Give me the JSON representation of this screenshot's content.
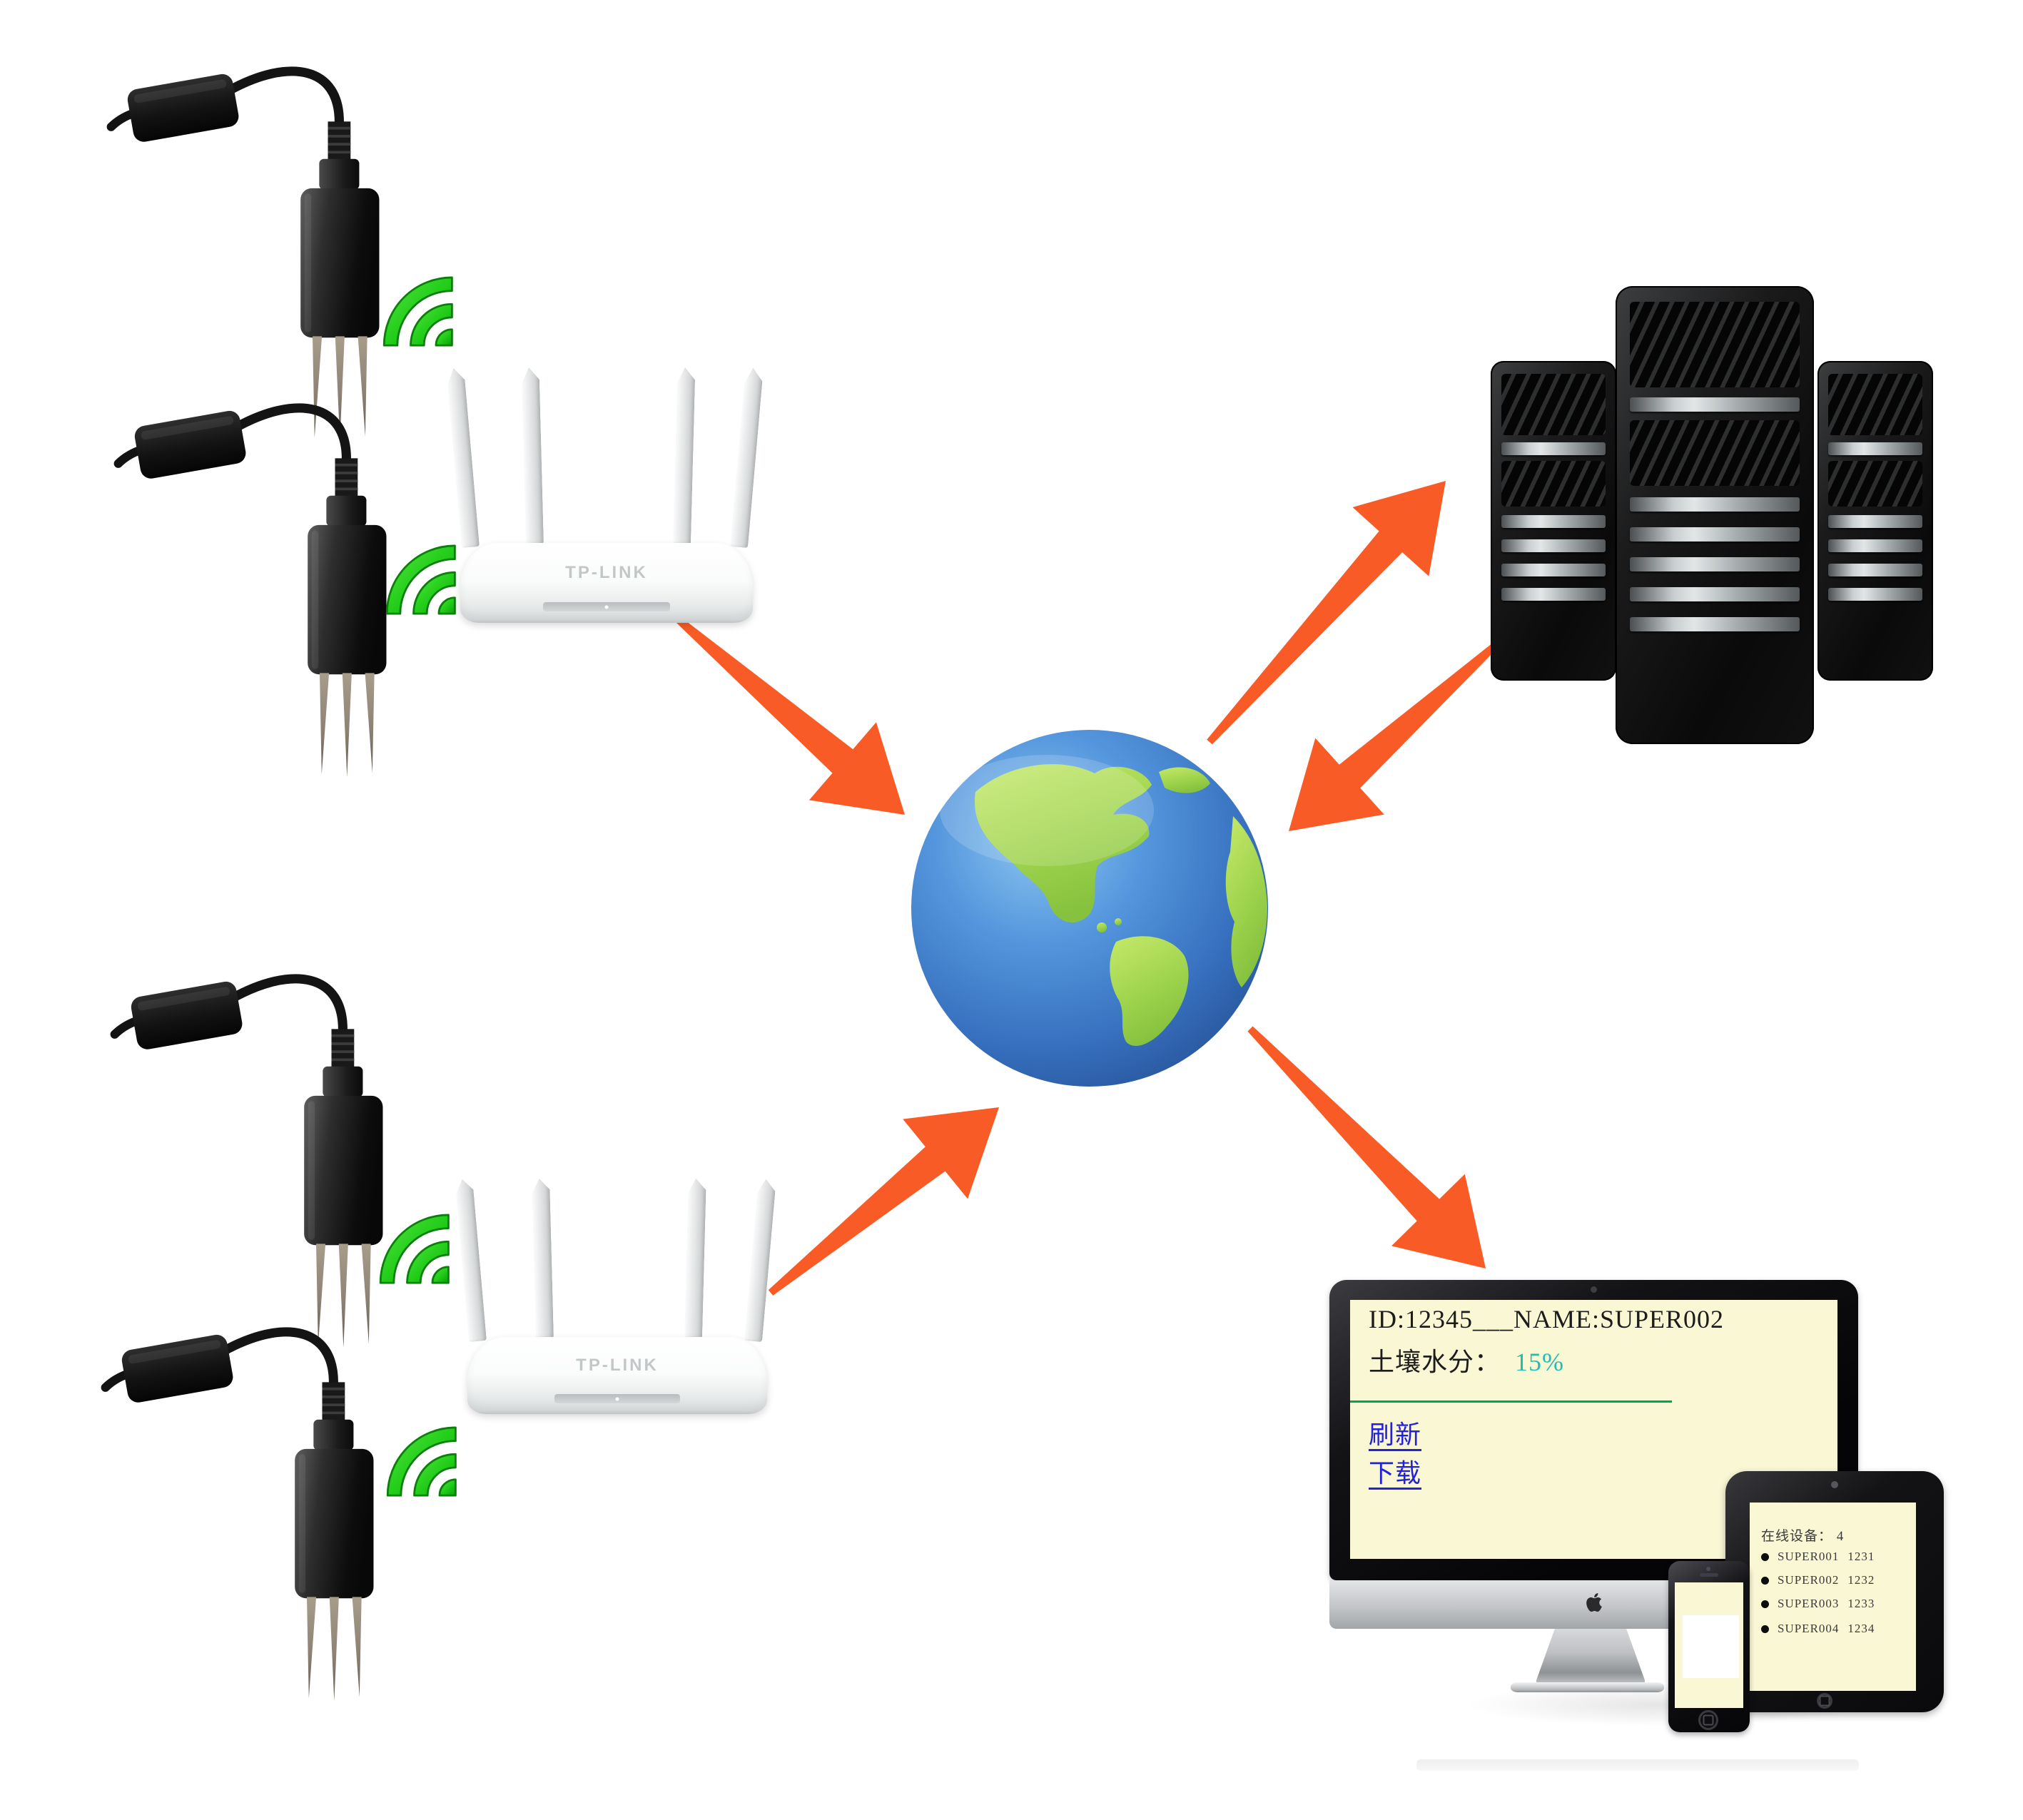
{
  "router": {
    "brand": "TP-LINK"
  },
  "monitor": {
    "id_line": "ID:12345___NAME:SUPER002",
    "moisture_label": "土壤水分：",
    "moisture_value": "15%",
    "refresh_link": "刷新",
    "download_link": "下载"
  },
  "tablet": {
    "header": "在线设备： 4",
    "devices": [
      {
        "name": "SUPER001",
        "code": "1231"
      },
      {
        "name": "SUPER002",
        "code": "1232"
      },
      {
        "name": "SUPER003",
        "code": "1233"
      },
      {
        "name": "SUPER004",
        "code": "1234"
      }
    ]
  },
  "icons": {
    "wifi": "wifi-signal-icon",
    "globe": "internet-globe-icon",
    "apple": "apple-logo-icon",
    "arrow": "flow-arrow-icon"
  },
  "colors": {
    "arrow_orange": "#f95b26",
    "wifi_green": "#1fcb17",
    "screen_yellow": "#faf7d5",
    "link_blue": "#2222dd",
    "moisture_teal": "#21bdb0",
    "divider_green": "#00a651"
  }
}
